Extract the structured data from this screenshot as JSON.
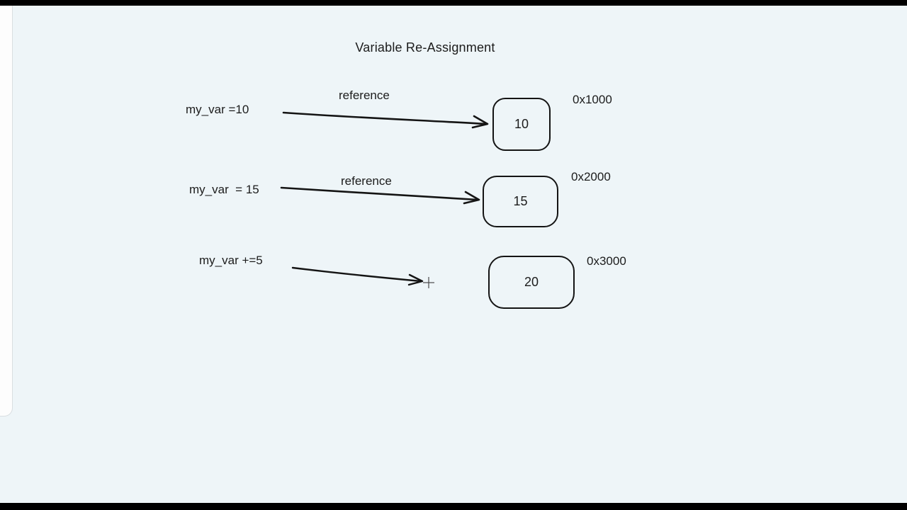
{
  "canvas": {
    "title": "Variable Re-Assignment",
    "background_color": "#eef5f8",
    "ink_color": "#141414"
  },
  "rows": [
    {
      "label": "my_var =10",
      "arrow_label": "reference",
      "box_value": "10",
      "address": "0x1000"
    },
    {
      "label": "my_var  = 15",
      "arrow_label": "reference",
      "box_value": "15",
      "address": "0x2000"
    },
    {
      "label": "my_var +=5",
      "arrow_label": "",
      "box_value": "20",
      "address": "0x3000"
    }
  ]
}
